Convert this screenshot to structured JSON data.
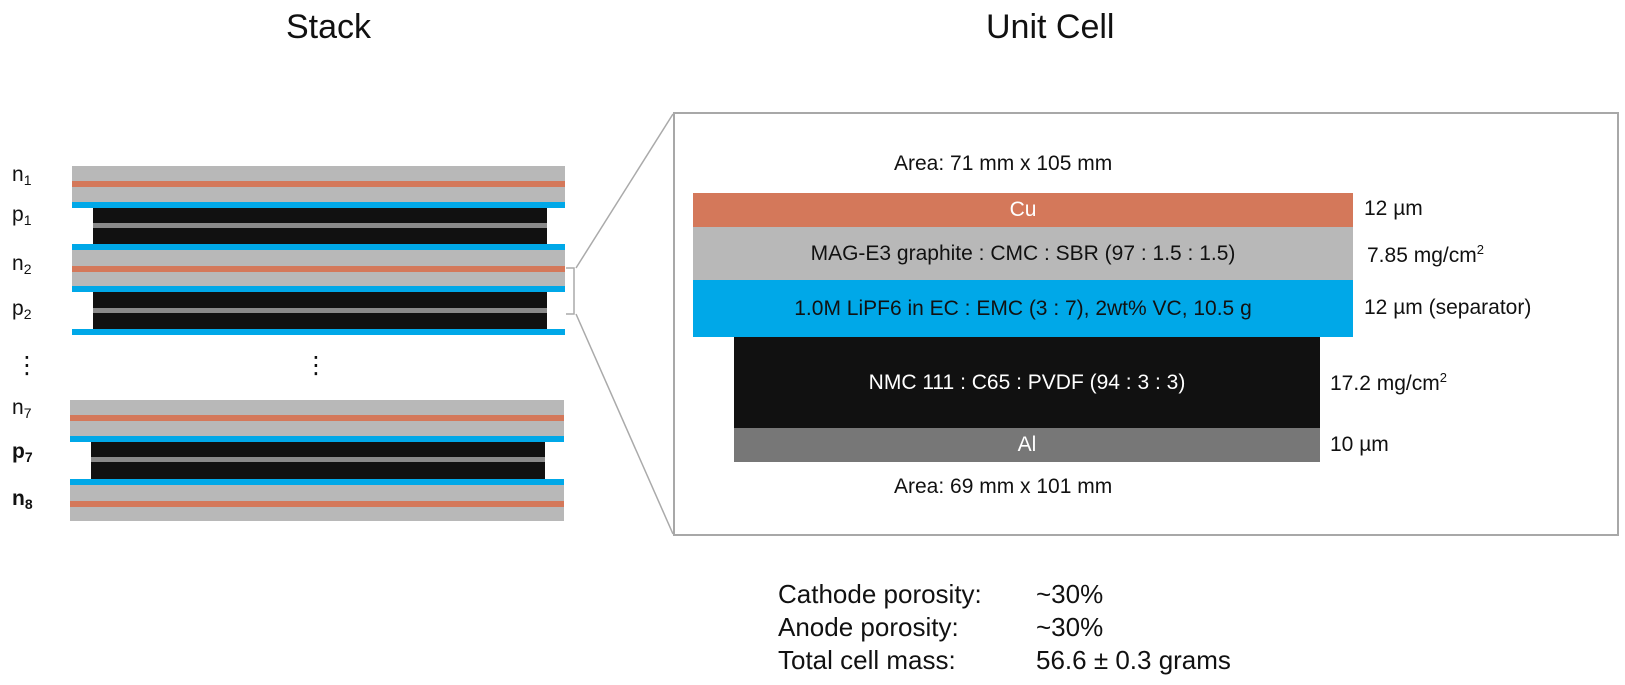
{
  "titles": {
    "stack": "Stack",
    "unit_cell": "Unit Cell"
  },
  "stack_labels": {
    "n1": {
      "base": "n",
      "sub": "1"
    },
    "p1": {
      "base": "p",
      "sub": "1"
    },
    "n2": {
      "base": "n",
      "sub": "2"
    },
    "p2": {
      "base": "p",
      "sub": "2"
    },
    "ellipsis": "⋮",
    "n7": {
      "base": "n",
      "sub": "7"
    },
    "p7": {
      "base": "p",
      "sub": "7"
    },
    "n8": {
      "base": "n",
      "sub": "8"
    }
  },
  "colors": {
    "copper": "#d4785a",
    "graphite": "#b8b8b8",
    "separator": "#00a8e8",
    "cathode": "#111111",
    "aluminum": "#777777",
    "foil_stripe": "#8a8a8a"
  },
  "unit_cell": {
    "anode_area": "Area: 71 mm x 105 mm",
    "cathode_area": "Area: 69 mm x 101 mm",
    "layers": {
      "cu": {
        "label": "Cu",
        "spec": "12 µm"
      },
      "anode": {
        "label": "MAG-E3 graphite : CMC : SBR (97 : 1.5 : 1.5)",
        "spec_value": "7.85 mg/cm",
        "spec_sup": "2"
      },
      "electrolyte": {
        "label": "1.0M LiPF6 in EC : EMC (3 : 7), 2wt% VC, 10.5 g",
        "spec": "12 µm (separator)"
      },
      "cathode": {
        "label": "NMC 111 : C65 : PVDF (94 : 3 : 3)",
        "spec_value": "17.2 mg/cm",
        "spec_sup": "2"
      },
      "al": {
        "label": "Al",
        "spec": "10 µm"
      }
    }
  },
  "properties": [
    {
      "key": "Cathode porosity:",
      "value": "~30%"
    },
    {
      "key": "Anode porosity:",
      "value": "~30%"
    },
    {
      "key": "Total cell mass:",
      "value": "56.6 ± 0.3 grams"
    }
  ]
}
